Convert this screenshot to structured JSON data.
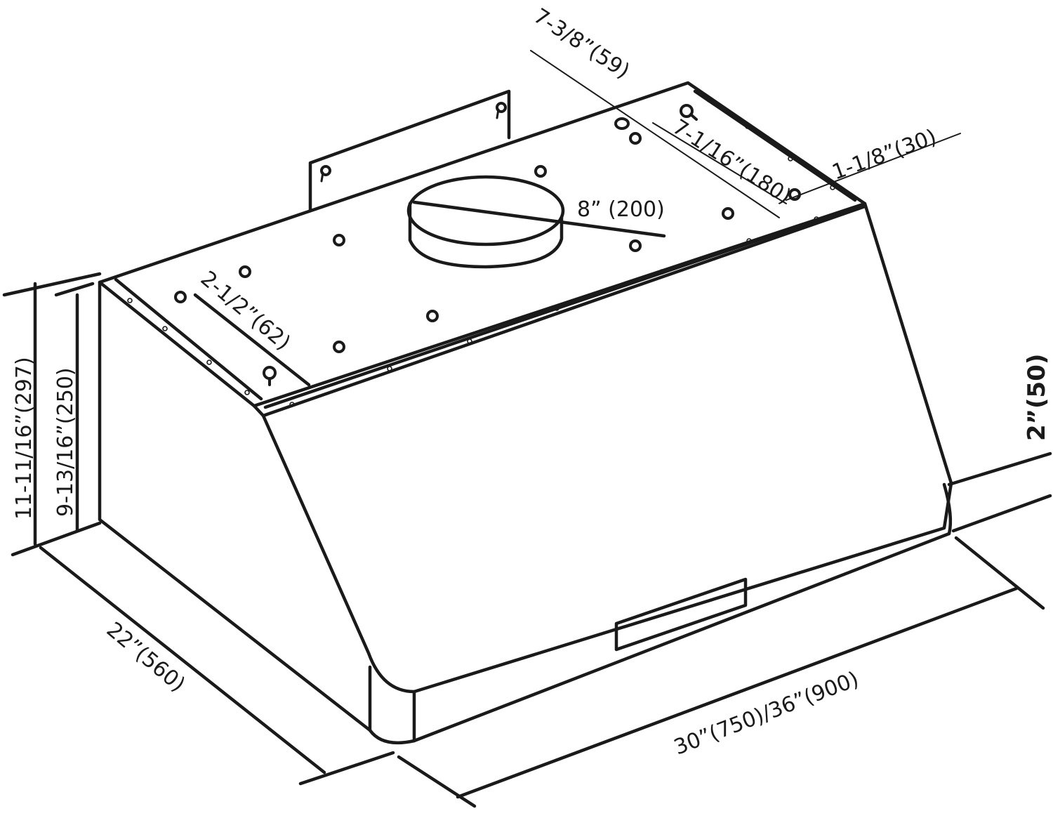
{
  "dimensions": {
    "height_total": "11-11/16”(297)",
    "height_body": "9-13/16”(250)",
    "depth": "22”(560)",
    "width": "30”(750)/36”(900)",
    "front_lip": "2”(50)",
    "duct": "8” (200)",
    "top_offset": "7-3/8”(59)",
    "rear_offset": "7-1/16”(180)",
    "side_offset": "1-1/8”(30)",
    "front_offset": "2-1/2”(62)"
  },
  "colors": {
    "line": "#1a1a1a",
    "background": "#ffffff"
  }
}
